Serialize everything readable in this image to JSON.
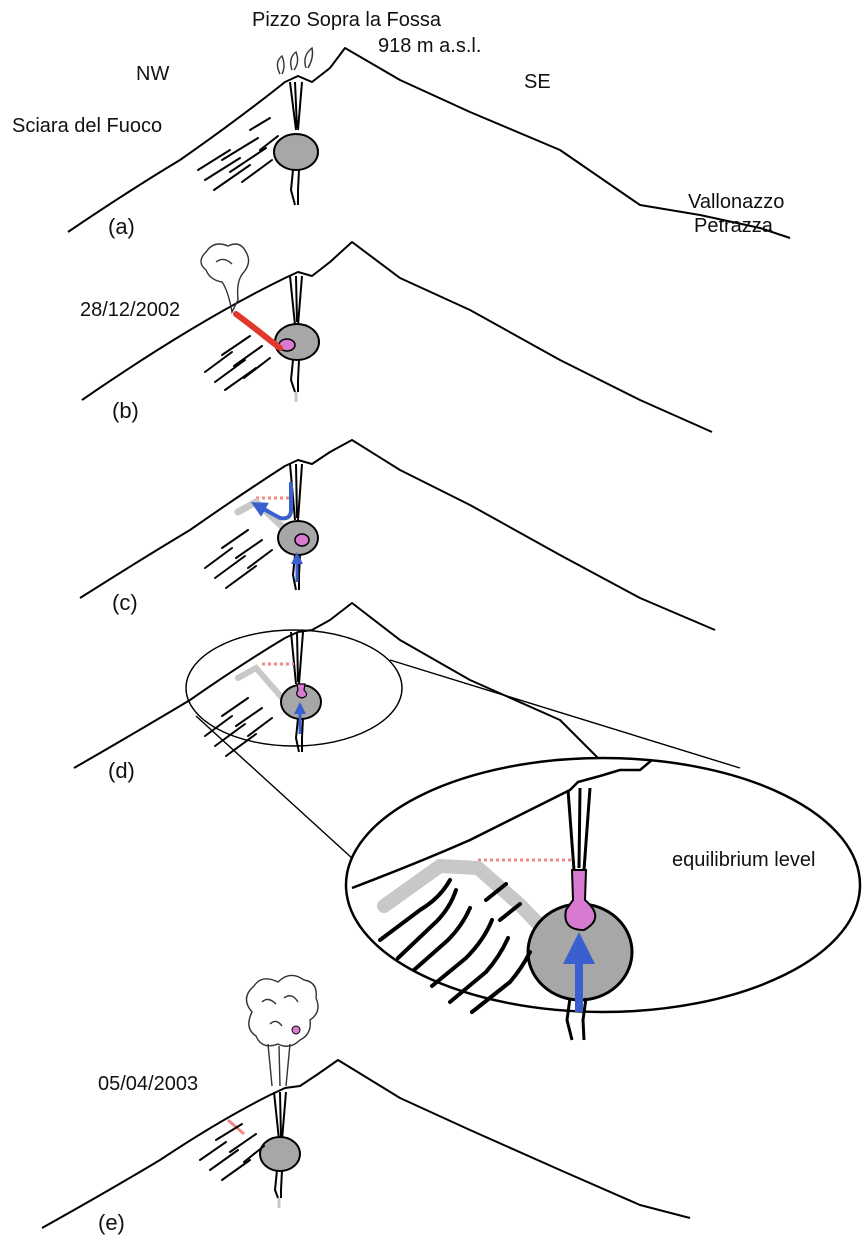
{
  "labels": {
    "summit": "Pizzo Sopra la Fossa",
    "elevation": "918 m a.s.l.",
    "nw": "NW",
    "se": "SE",
    "sciara": "Sciara del Fuoco",
    "vallonazzo": "Vallonazzo",
    "petrazza": "Petrazza",
    "date_b": "28/12/2002",
    "date_e": "05/04/2003",
    "equilibrium": "equilibrium level"
  },
  "panels": [
    {
      "id": "a",
      "label": "(a)"
    },
    {
      "id": "b",
      "label": "(b)"
    },
    {
      "id": "c",
      "label": "(c)"
    },
    {
      "id": "d",
      "label": "(d)"
    },
    {
      "id": "e",
      "label": "(e)"
    }
  ],
  "colors": {
    "chamber": "#a7a7a7",
    "magma": "#d87ad0",
    "arrow": "#3a5fcf",
    "eruptive_fissure": "#e2382c",
    "equilibrium_line": "#f08a84",
    "drained_path": "#c8c8c8"
  }
}
